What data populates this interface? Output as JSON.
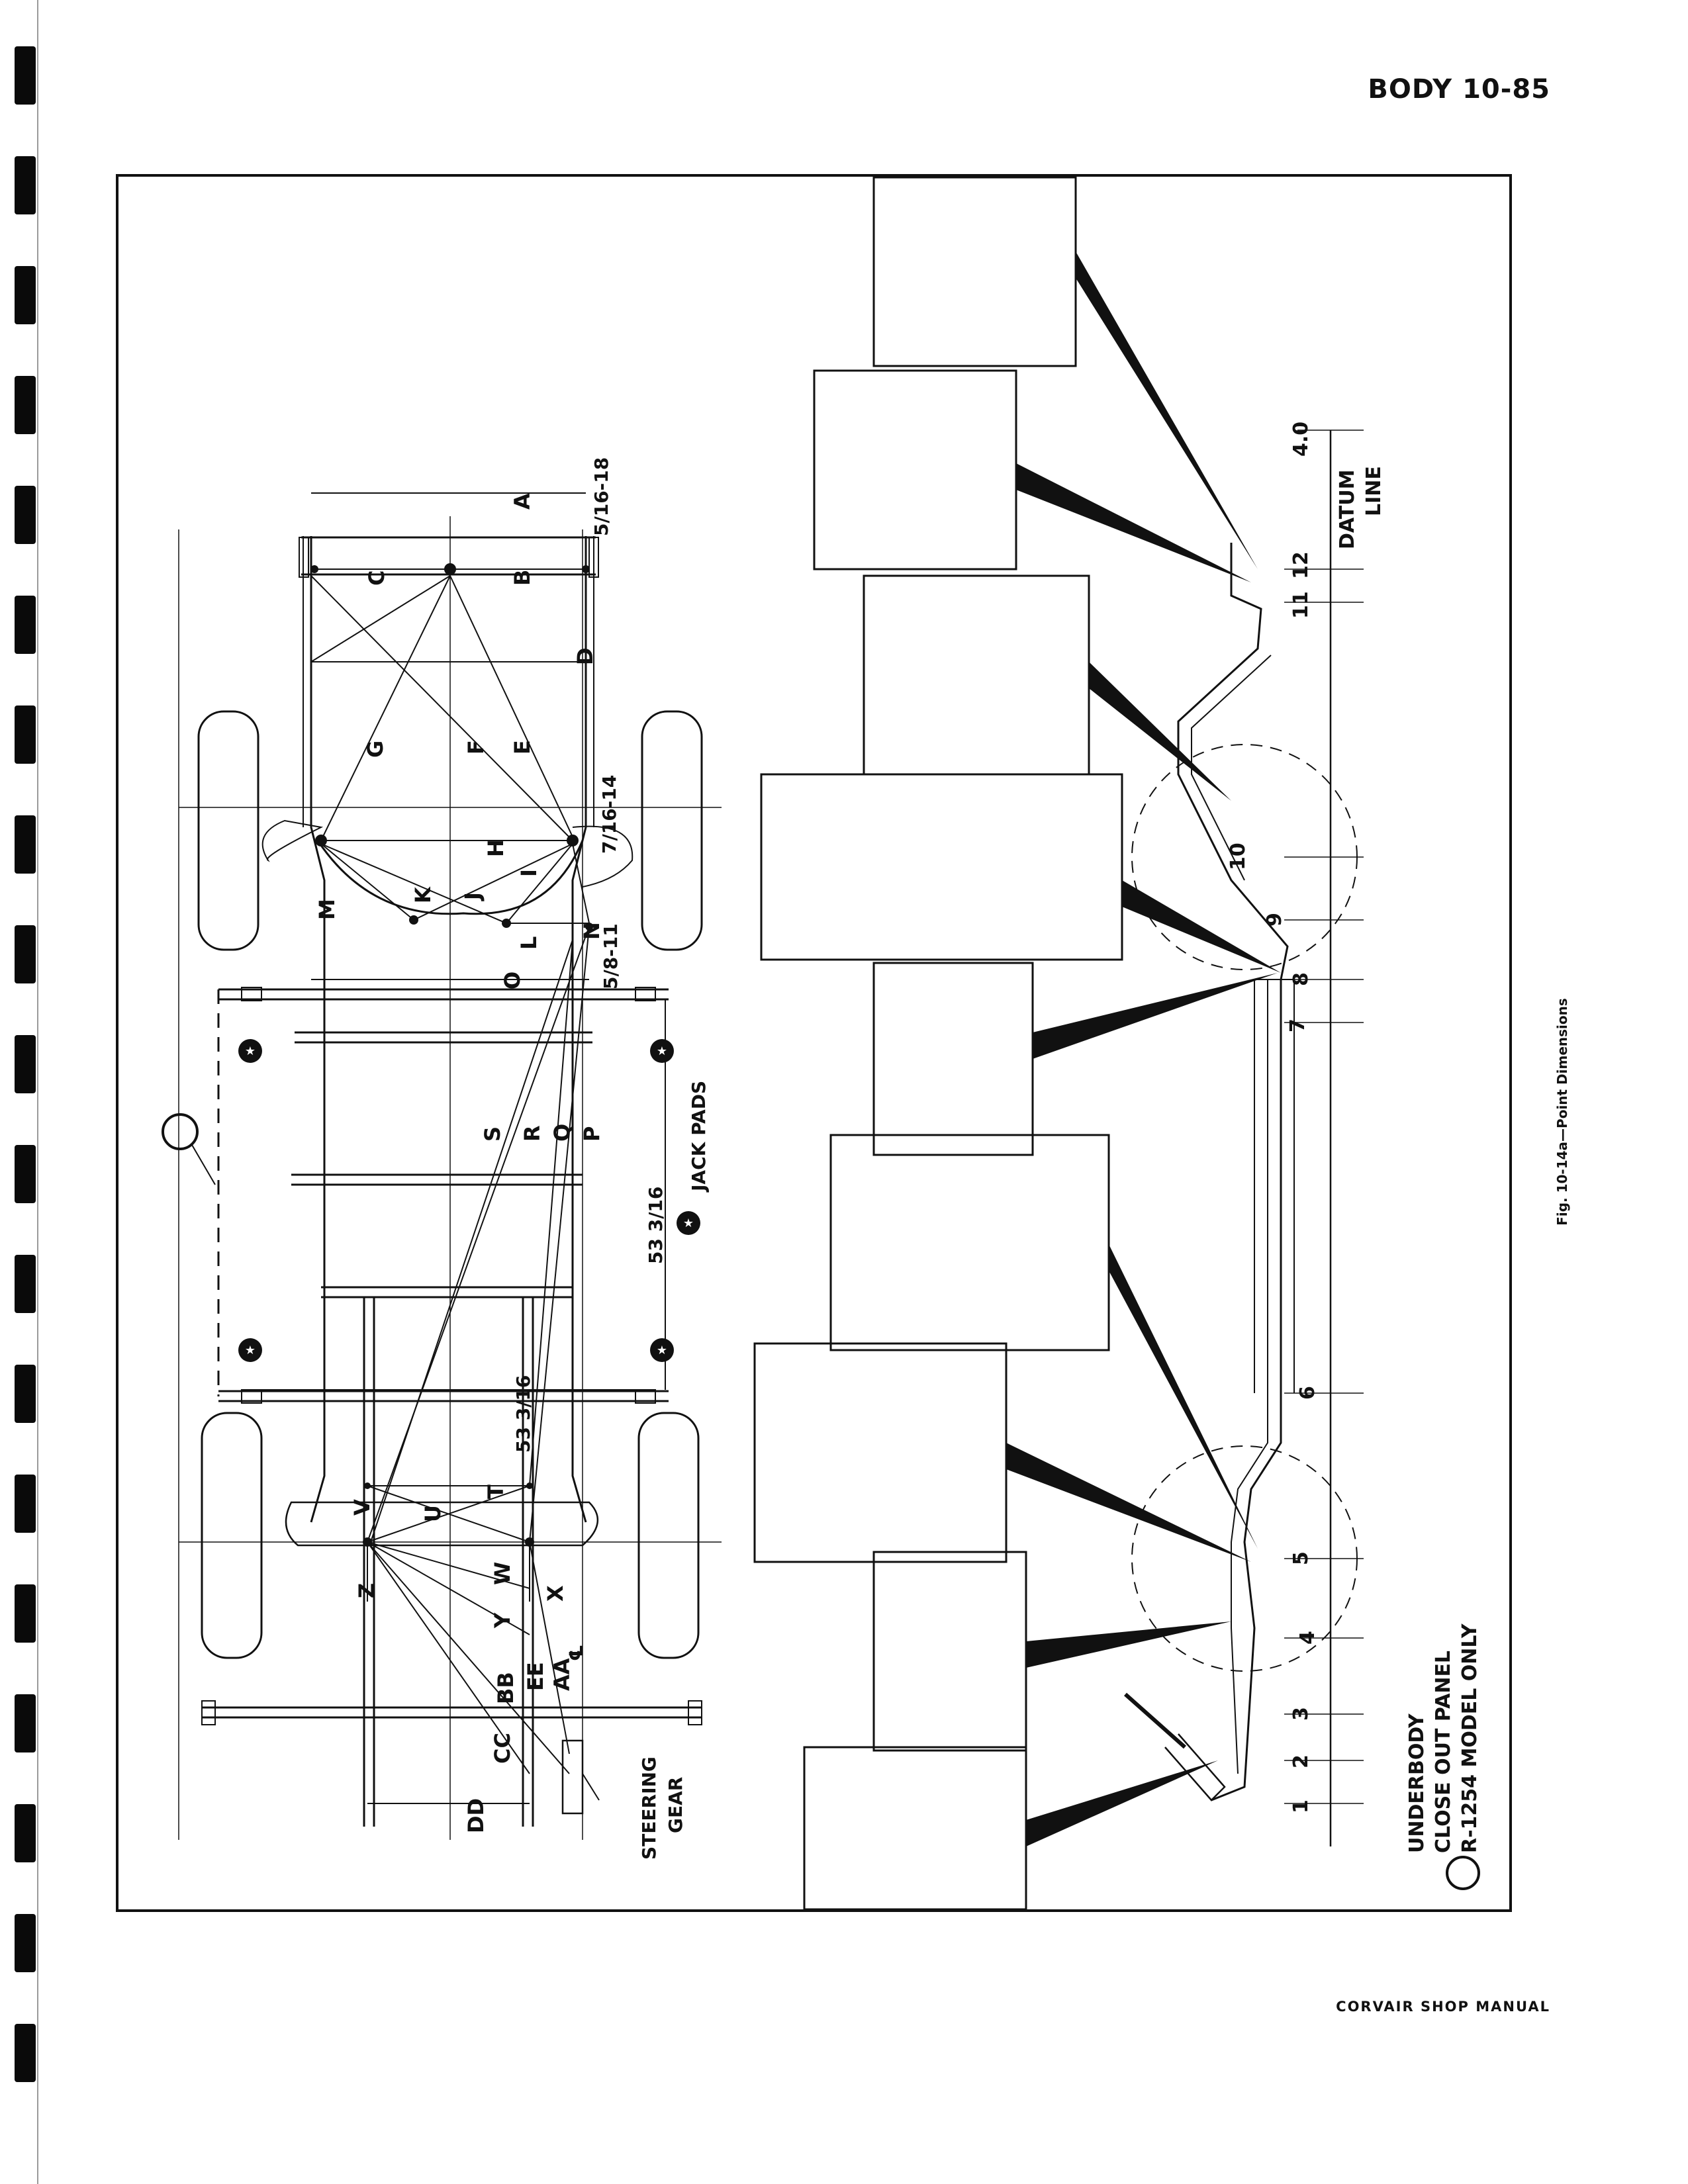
{
  "header": {
    "title": "BODY 10-85"
  },
  "footer": {
    "text": "CORVAIR SHOP MANUAL"
  },
  "caption": {
    "text": "Fig. 10-14a—Point Dimensions"
  },
  "plan_labels": {
    "A": "A",
    "B": "B",
    "C": "C",
    "D": "D",
    "E": "E",
    "F": "F",
    "G": "G",
    "H": "H",
    "I": "I",
    "J": "J",
    "K": "K",
    "L": "L",
    "M": "M",
    "N": "N",
    "O": "O",
    "P": "P",
    "Q": "Q",
    "R": "R",
    "S": "S",
    "T": "T",
    "U": "U",
    "V": "V",
    "W": "W",
    "X": "X",
    "Y": "Y",
    "Z": "Z",
    "AA": "AA",
    "BB": "BB",
    "CC": "CC",
    "DD": "DD",
    "EE": "EE"
  },
  "bolt_sizes": {
    "front": "5/16-18",
    "mid": "7/16-14",
    "lower": "5/8-11"
  },
  "dimensions": {
    "inner_width": "53 3/16",
    "outer_width": "53 3/16"
  },
  "centerline": "℄",
  "jack_pads": "JACK PADS",
  "steering_gear": [
    "STEERING",
    "GEAR"
  ],
  "legend": {
    "line1": "UNDERBODY",
    "line2": "CLOSE OUT PANEL",
    "line3": "R-1254 MODEL ONLY"
  },
  "side_points": [
    "1",
    "2",
    "3",
    "4",
    "5",
    "6",
    "7",
    "8",
    "9",
    "10",
    "11",
    "12"
  ],
  "datum": {
    "value": "4.0",
    "label": "DATUM",
    "label2": "LINE"
  }
}
